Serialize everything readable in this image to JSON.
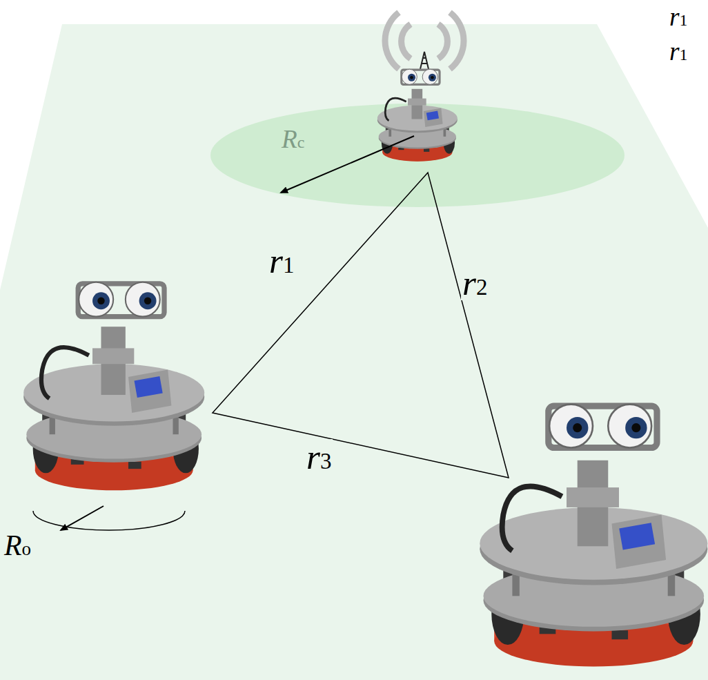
{
  "diagram": {
    "labels": [
      "r1",
      "r1",
      "Rc",
      "r1",
      "r2",
      "r3",
      "Ro"
    ]
  }
}
